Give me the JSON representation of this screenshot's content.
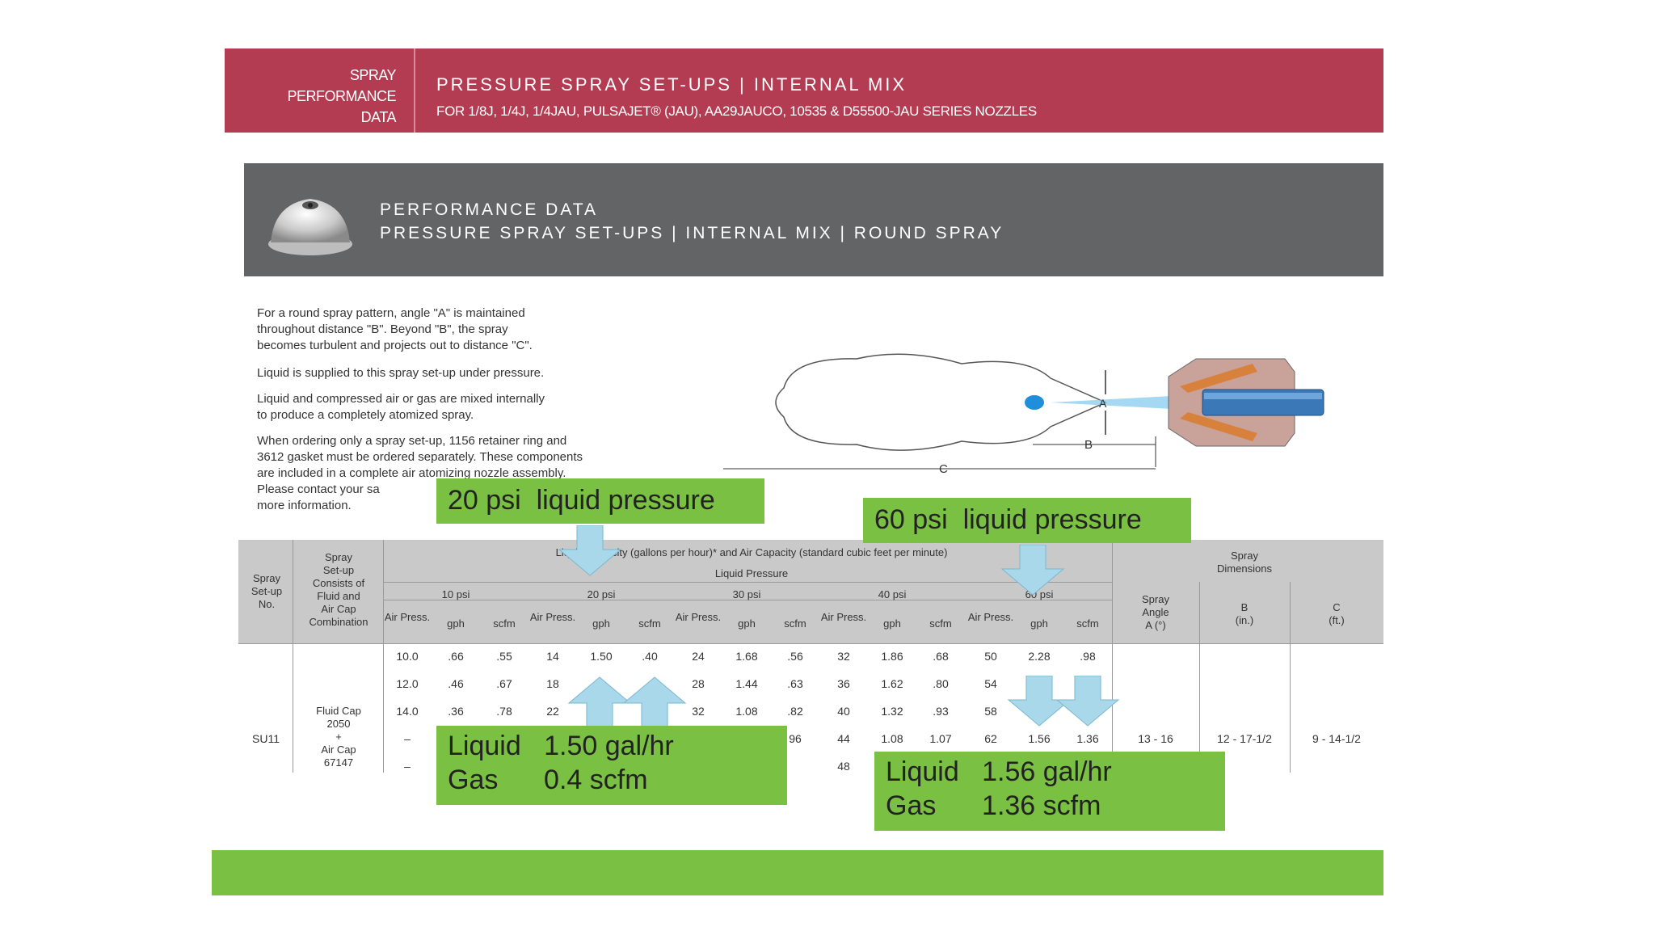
{
  "header": {
    "left_lines": [
      "SPRAY",
      "PERFORMANCE",
      "DATA"
    ],
    "title": "PRESSURE SPRAY SET-UPS  |  INTERNAL MIX",
    "subtitle": "FOR 1/8J, 1/4J, 1/4JAU, PULSAJET® (JAU), AA29JAUCO, 10535 & D55500-JAU SERIES NOZZLES"
  },
  "section": {
    "title": "PERFORMANCE DATA",
    "subtitle": "PRESSURE SPRAY SET-UPS  |  INTERNAL MIX  |  ROUND SPRAY"
  },
  "paragraphs": [
    [
      "For a round spray pattern, angle \"A\" is maintained",
      "throughout distance \"B\". Beyond \"B\", the spray",
      "becomes turbulent and projects out to distance \"C\"."
    ],
    [
      "Liquid is supplied to this spray set-up under pressure."
    ],
    [
      "Liquid and compressed air or gas are mixed internally",
      "to produce a completely atomized spray."
    ],
    [
      "When ordering only a spray set-up, 1156 retainer ring and",
      "3612 gasket must be ordered separately. These components",
      "are included in a complete air atomizing nozzle assembly.",
      "Please contact your sa",
      "more information."
    ]
  ],
  "diagram": {
    "label_a": "A",
    "label_b": "B",
    "label_c": "C"
  },
  "table": {
    "col_setup_no": [
      "Spray",
      "Set-up",
      "No."
    ],
    "col_consists": [
      "Spray",
      "Set-up",
      "Consists of",
      "Fluid and",
      "Air Cap",
      "Combination"
    ],
    "group_header": "Liquid Capacity (gallons per hour)* and Air Capacity (standard cubic feet per minute)",
    "liquid_pressure_label": "Liquid Pressure",
    "pressures": [
      "10 psi",
      "20 psi",
      "30 psi",
      "40 psi",
      "60 psi"
    ],
    "sub_headers": [
      "Air Press.",
      "gph",
      "scfm"
    ],
    "dims_header": [
      "Spray",
      "Dimensions"
    ],
    "dims_cols": [
      [
        "Spray",
        "Angle",
        "A (°)"
      ],
      [
        "B",
        "(in.)"
      ],
      [
        "C",
        "(ft.)"
      ]
    ],
    "setup_no": "SU11",
    "consists_value": [
      "Fluid Cap",
      "2050",
      "+",
      "Air Cap",
      "67147"
    ],
    "rows": [
      [
        "10.0",
        ".66",
        ".55",
        "14",
        "1.50",
        ".40",
        "24",
        "1.68",
        ".56",
        "32",
        "1.86",
        ".68",
        "50",
        "2.28",
        ".98"
      ],
      [
        "12.0",
        ".46",
        ".67",
        "18",
        "",
        "",
        "28",
        "1.44",
        ".63",
        "36",
        "1.62",
        ".80",
        "54",
        "",
        ""
      ],
      [
        "14.0",
        ".36",
        ".78",
        "22",
        "",
        "",
        "32",
        "1.08",
        ".82",
        "40",
        "1.32",
        ".93",
        "58",
        "",
        ""
      ],
      [
        "–",
        "",
        "",
        "",
        "",
        "",
        "",
        "",
        "96",
        "44",
        "1.08",
        "1.07",
        "62",
        "1.56",
        "1.36"
      ],
      [
        "–",
        "",
        "",
        "",
        "",
        "",
        "",
        "",
        "",
        "48",
        "",
        "",
        "",
        "",
        ""
      ]
    ],
    "dims_values": [
      "13 - 16",
      "12 - 17-1/2",
      "9 - 14-1/2"
    ]
  },
  "callouts": {
    "p20": "20 psi  liquid pressure",
    "p60": "60 psi  liquid pressure",
    "left_liquid": "Liquid   1.50 gal/hr",
    "left_gas": "Gas      0.4 scfm",
    "right_liquid": "Liquid   1.56 gal/hr",
    "right_gas": "Gas      1.36 scfm"
  },
  "colors": {
    "red_header": "#b43c52",
    "gray_header": "#636466",
    "callout_green": "#7ac143",
    "arrow_blue": "#a9d8ea"
  }
}
